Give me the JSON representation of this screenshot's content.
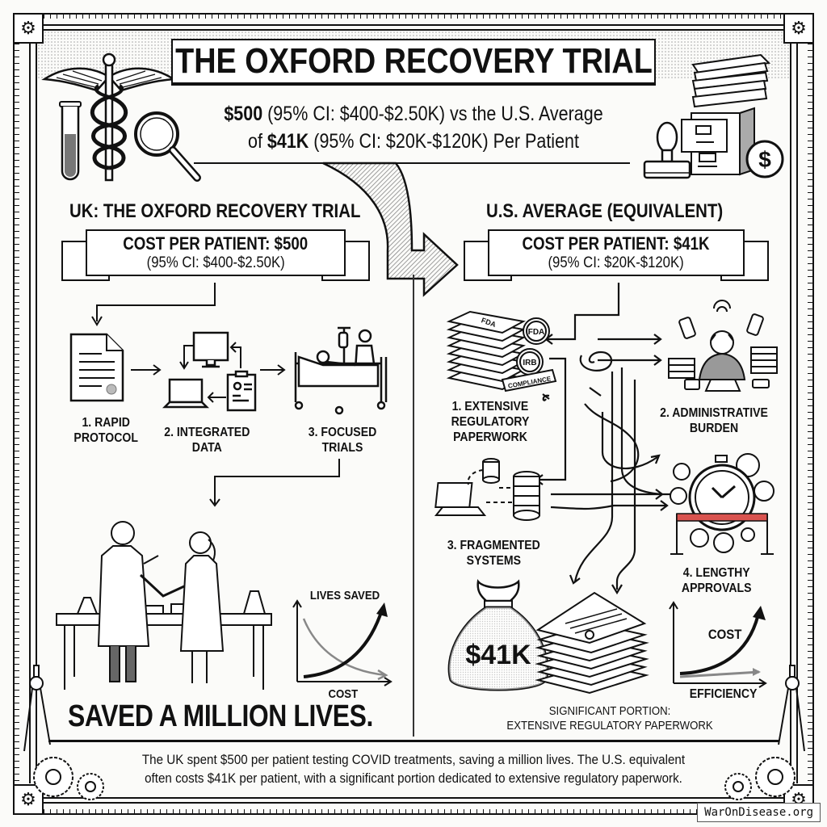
{
  "header": {
    "title": "THE OXFORD RECOVERY TRIAL",
    "subtitle_uk_value": "$500",
    "subtitle_uk_ci": " (95% CI: $400-$2.50K) vs the U.S. Average",
    "subtitle_of": "of ",
    "subtitle_us_value": "$41K",
    "subtitle_us_ci": " (95% CI: $20K-$120K) Per Patient"
  },
  "uk": {
    "heading": "UK: THE OXFORD RECOVERY TRIAL",
    "banner_line1": "COST PER PATIENT: $500",
    "banner_line2": "(95% CI: $400-$2.50K)",
    "steps": [
      {
        "line1": "1. RAPID",
        "line2": "PROTOCOL",
        "icon": "document-icon"
      },
      {
        "line1": "2. INTEGRATED",
        "line2": "DATA",
        "icon": "computer-network-icon"
      },
      {
        "line1": "3. FOCUSED",
        "line2": "TRIALS",
        "icon": "hospital-bed-icon"
      }
    ],
    "mini_chart": {
      "y_label": "LIVES SAVED",
      "x_label": "COST"
    },
    "outcome": "SAVED A MILLION LIVES."
  },
  "us": {
    "heading": "U.S. AVERAGE (EQUIVALENT)",
    "banner_line1": "COST PER PATIENT: $41K",
    "banner_line2": "(95% CI: $20K-$120K)",
    "obstacles": [
      {
        "line1": "1. EXTENSIVE",
        "line2": "REGULATORY",
        "line3": "PAPERWORK",
        "icon": "paper-stack-icon",
        "stamps": [
          "FDA",
          "FDA",
          "IRB",
          "COMPLIANCE"
        ]
      },
      {
        "line1": "2. ADMINISTRATIVE",
        "line2": "BURDEN",
        "icon": "stressed-worker-icon"
      },
      {
        "line1": "3. FRAGMENTED",
        "line2": "SYSTEMS",
        "icon": "database-icon"
      },
      {
        "line1": "4. LENGTHY",
        "line2": "APPROVALS",
        "icon": "stopwatch-icon"
      }
    ],
    "money_bag_label": "$41K",
    "portion_line1": "SIGNIFICANT PORTION:",
    "portion_line2": "EXTENSIVE REGULATORY PAPERWORK",
    "mini_chart": {
      "y_label": "COST",
      "x_label": "EFFICIENCY"
    }
  },
  "footer": {
    "line1": "The UK spent $500 per patient testing COVID treatments, saving a million lives. The U.S. equivalent",
    "line2": "often costs $41K per patient, with a significant portion dedicated to extensive regulatory paperwork."
  },
  "watermark": "WarOnDisease.org",
  "colors": {
    "ink": "#111111",
    "paper": "#fbfbf9",
    "ribbon_red": "#d9534f",
    "gray_curve": "#888888"
  }
}
